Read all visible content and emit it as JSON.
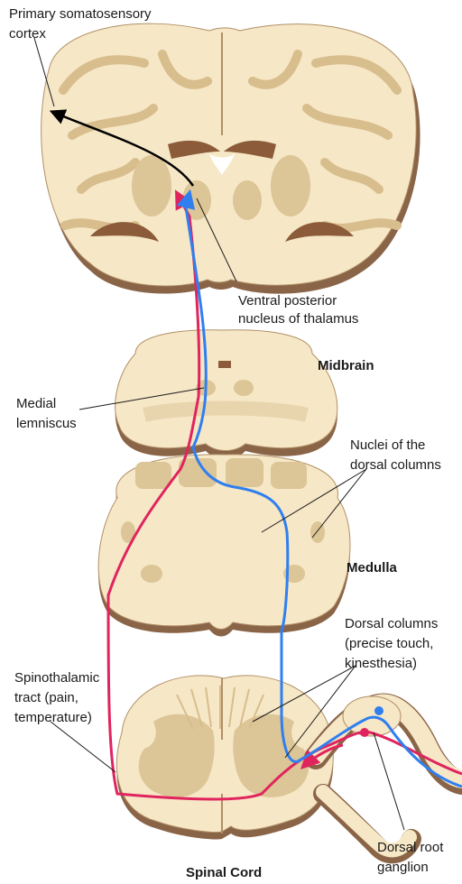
{
  "labels": {
    "cortex": [
      "Primary somatosensory",
      "cortex"
    ],
    "thalamus": [
      "Ventral posterior",
      "nucleus of thalamus"
    ],
    "midbrain": "Midbrain",
    "lemniscus": [
      "Medial",
      "lemniscus"
    ],
    "nuclei": [
      "Nuclei of the",
      "dorsal columns"
    ],
    "medulla": "Medulla",
    "dorsal_columns": [
      "Dorsal columns",
      "(precise touch,",
      "kinesthesia)"
    ],
    "spinothalamic": [
      "Spinothalamic",
      "tract (pain,",
      "temperature)"
    ],
    "ganglion": [
      "Dorsal root",
      "ganglion"
    ],
    "spinal_cord": "Spinal Cord"
  },
  "colors": {
    "tissue": "#f6e7c6",
    "tissue_edge": "#b09067",
    "shadow": "#8a6447",
    "nucleus": "#dcc596",
    "ventricle": "#8c5b3a",
    "red_tract": "#e0245e",
    "blue_tract": "#2f7ff0",
    "black_arrow": "#000000"
  }
}
